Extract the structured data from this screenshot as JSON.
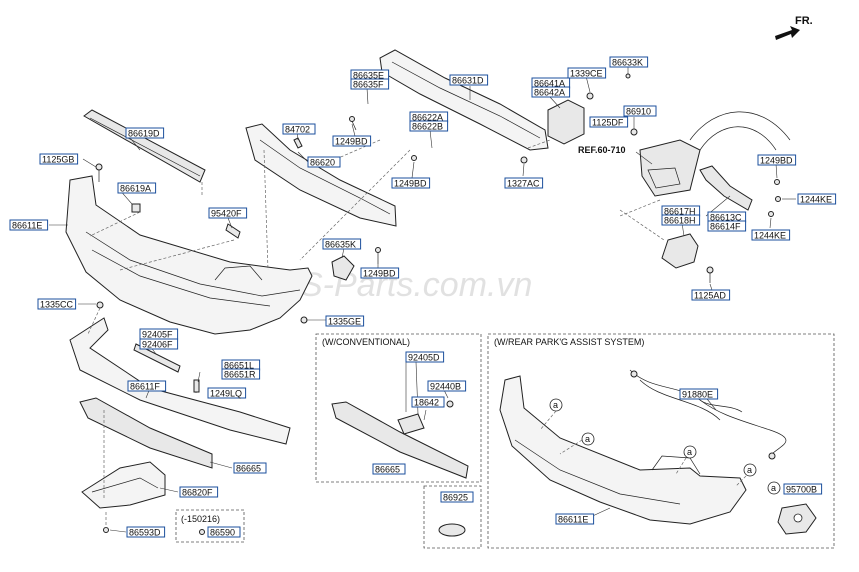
{
  "header": {
    "direction_label": "FR."
  },
  "ref_label": "REF.60-710",
  "watermark": "S-Parts.com.vn",
  "sections": {
    "conventional": {
      "title": "(W/CONVENTIONAL)"
    },
    "park_assist": {
      "title": "(W/REAR PARK'G ASSIST SYSTEM)"
    },
    "date_note": {
      "title": "(-150216)"
    }
  },
  "callout_marker": "a",
  "parts": [
    "86619D",
    "1125GB",
    "86619A",
    "86611E",
    "95420F",
    "1335CC",
    "92405F",
    "92406F",
    "86611F",
    "86665",
    "86820F",
    "86593D",
    "86590",
    "86651L",
    "86651R",
    "1249LQ",
    "1335GE",
    "86620",
    "84702",
    "86635E",
    "86635F",
    "1249BD",
    "86622A",
    "86622B",
    "86631D",
    "86641A",
    "86642A",
    "1339CE",
    "86633K",
    "86910",
    "1125DF",
    "1327AC",
    "86635K",
    "1249BD",
    "1249BD",
    "1244KE",
    "86613C",
    "86614F",
    "1244KE",
    "86617H",
    "86618H",
    "1125AD",
    "92405D",
    "92440B",
    "18642",
    "86665",
    "86925",
    "91880E",
    "86611E",
    "95700B",
    "1249BD"
  ]
}
